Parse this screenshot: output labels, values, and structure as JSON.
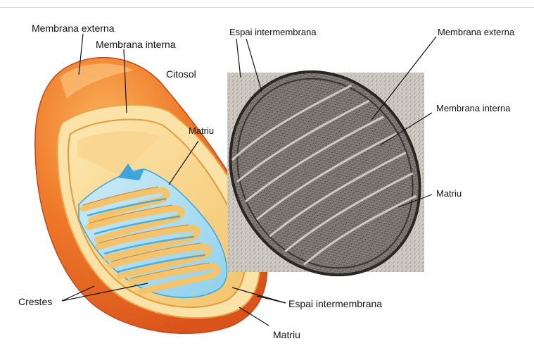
{
  "labels": {
    "outer_membrane_left": "Membrana externa",
    "inner_membrane_left": "Membrana interna",
    "cytosol": "Citosol",
    "matrix_top": "Matriu",
    "cristae": "Crestes",
    "intermembrane_bottom": "Espai intermembrana",
    "matrix_bottom": "Matriu",
    "intermembrane_top": "Espai intermembrana",
    "outer_membrane_right": "Membrana externa",
    "inner_membrane_right": "Membrana interna",
    "matrix_right": "Matriu"
  },
  "colors": {
    "outer_membrane": "#e8601c",
    "outer_highlight": "#f6a04a",
    "inner_membrane": "#f7c86e",
    "intermembrane": "#fbe0a0",
    "matrix": "#a9dcf0",
    "matrix_dark": "#3aa6dc",
    "micrograph_bg": "#d8d4cf",
    "micrograph_dark": "#3a3a3a"
  }
}
